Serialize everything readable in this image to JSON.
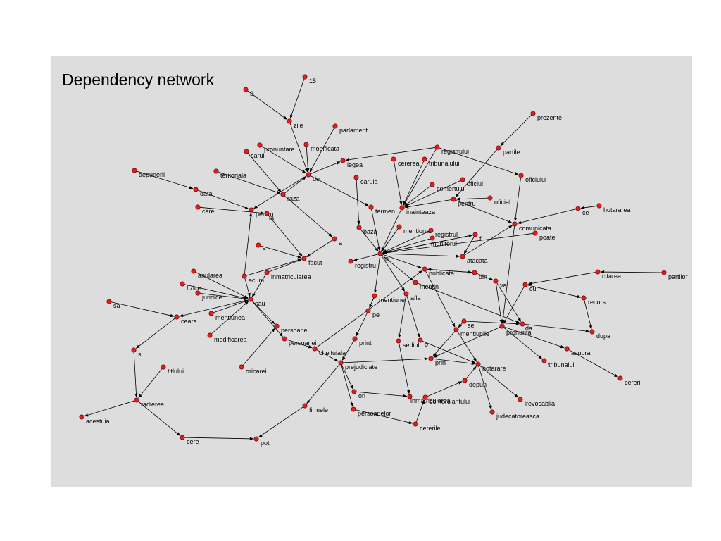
{
  "title": "Dependency network",
  "colors": {
    "background": "#dddddd",
    "node": "#e02020",
    "edge": "#000000"
  },
  "nodes": [
    {
      "id": "15",
      "label": "15"
    },
    {
      "id": "3",
      "label": "3"
    },
    {
      "id": "zile",
      "label": "zile"
    },
    {
      "id": "parlament",
      "label": "parlament"
    },
    {
      "id": "modificata",
      "label": "modificata"
    },
    {
      "id": "pronuntare",
      "label": "pronuntare"
    },
    {
      "id": "carui",
      "label": "carui"
    },
    {
      "id": "de",
      "label": "de"
    },
    {
      "id": "legea",
      "label": "legea"
    },
    {
      "id": "registrului",
      "label": "registrului"
    },
    {
      "id": "tribunalului",
      "label": "tribunalului"
    },
    {
      "id": "cererea",
      "label": "cererea"
    },
    {
      "id": "partile",
      "label": "partile"
    },
    {
      "id": "prezente",
      "label": "prezente"
    },
    {
      "id": "oficiului",
      "label": "oficiului"
    },
    {
      "id": "depunerii",
      "label": "depunerii"
    },
    {
      "id": "teritoriala",
      "label": "teritoriala"
    },
    {
      "id": "caruia",
      "label": "caruia"
    },
    {
      "id": "comertului",
      "label": "comertului"
    },
    {
      "id": "oficiul",
      "label": "oficiul"
    },
    {
      "id": "data",
      "label": "data"
    },
    {
      "id": "raza",
      "label": "raza"
    },
    {
      "id": "termen",
      "label": "termen"
    },
    {
      "id": "inainteaza",
      "label": "inainteaza"
    },
    {
      "id": "pentru",
      "label": "pentru"
    },
    {
      "id": "oficial",
      "label": "oficial"
    },
    {
      "id": "care",
      "label": "care"
    },
    {
      "id": "pentru_a",
      "label": "pentru"
    },
    {
      "id": "la",
      "label": "la"
    },
    {
      "id": "hotararea",
      "label": "hotararea"
    },
    {
      "id": "ce",
      "label": "ce"
    },
    {
      "id": "comunicata",
      "label": "comunicata"
    },
    {
      "id": "a",
      "label": "a"
    },
    {
      "id": "baza",
      "label": "baza"
    },
    {
      "id": "mentionat",
      "label": "mentionat"
    },
    {
      "id": "registrul",
      "label": "registrul"
    },
    {
      "id": "monitorul",
      "label": "monitorul"
    },
    {
      "id": "fi",
      "label": "fi"
    },
    {
      "id": "poate",
      "label": "poate"
    },
    {
      "id": "s",
      "label": "s"
    },
    {
      "id": "in",
      "label": "in"
    },
    {
      "id": "facut",
      "label": "facut"
    },
    {
      "id": "registru",
      "label": "registru"
    },
    {
      "id": "atacata",
      "label": "atacata"
    },
    {
      "id": "anularea",
      "label": "anularea"
    },
    {
      "id": "inmatricularea",
      "label": "inmatricularea"
    },
    {
      "id": "acum",
      "label": "acum"
    },
    {
      "id": "publicata",
      "label": "publicata"
    },
    {
      "id": "din",
      "label": "din"
    },
    {
      "id": "citarea",
      "label": "citarea"
    },
    {
      "id": "partilor",
      "label": "partilor"
    },
    {
      "id": "fizice",
      "label": "fizice"
    },
    {
      "id": "juridice",
      "label": "juridice"
    },
    {
      "id": "sau",
      "label": "sau"
    },
    {
      "id": "mentin",
      "label": "mentin"
    },
    {
      "id": "va",
      "label": "va"
    },
    {
      "id": "cu",
      "label": "cu"
    },
    {
      "id": "sa",
      "label": "sa"
    },
    {
      "id": "mentiune",
      "label": "mentiune"
    },
    {
      "id": "afla",
      "label": "afla"
    },
    {
      "id": "recurs",
      "label": "recurs"
    },
    {
      "id": "ceara",
      "label": "ceara"
    },
    {
      "id": "mentiunea",
      "label": "mentiunea"
    },
    {
      "id": "pe",
      "label": "pe"
    },
    {
      "id": "persoane",
      "label": "persoane"
    },
    {
      "id": "se",
      "label": "se"
    },
    {
      "id": "da",
      "label": "da"
    },
    {
      "id": "pronunta",
      "label": "pronunta"
    },
    {
      "id": "mentiunile",
      "label": "mentiunile"
    },
    {
      "id": "dupa",
      "label": "dupa"
    },
    {
      "id": "modificarea",
      "label": "modificarea"
    },
    {
      "id": "persoanei",
      "label": "persoanei"
    },
    {
      "id": "printr",
      "label": "printr"
    },
    {
      "id": "sediul",
      "label": "sediul"
    },
    {
      "id": "o",
      "label": "o"
    },
    {
      "id": "asupra",
      "label": "asupra"
    },
    {
      "id": "si",
      "label": "si"
    },
    {
      "id": "cheltuiala",
      "label": "cheltuiala"
    },
    {
      "id": "prin",
      "label": "prin"
    },
    {
      "id": "prejudiciate",
      "label": "prejudiciate"
    },
    {
      "id": "hotarare",
      "label": "hotarare"
    },
    {
      "id": "tribunalul",
      "label": "tribunalul"
    },
    {
      "id": "titlului",
      "label": "titlului"
    },
    {
      "id": "oricarei",
      "label": "oricarei"
    },
    {
      "id": "cererii",
      "label": "cererii"
    },
    {
      "id": "depun",
      "label": "depun"
    },
    {
      "id": "ori",
      "label": "ori"
    },
    {
      "id": "inmatricularea2",
      "label": "inmatricularea"
    },
    {
      "id": "comerciantului",
      "label": "comerciantului"
    },
    {
      "id": "irevocabila",
      "label": "irevocabila"
    },
    {
      "id": "radierea",
      "label": "radierea"
    },
    {
      "id": "firmele",
      "label": "firmele"
    },
    {
      "id": "judecatoreasca",
      "label": "judecatoreasca"
    },
    {
      "id": "acestuia",
      "label": "acestuia"
    },
    {
      "id": "persoanelor",
      "label": "persoanelor"
    },
    {
      "id": "cererile",
      "label": "cererile"
    },
    {
      "id": "cere",
      "label": "cere"
    },
    {
      "id": "pot",
      "label": "pot"
    }
  ],
  "edges": [
    [
      "3",
      "zile"
    ],
    [
      "15",
      "zile"
    ],
    [
      "zile",
      "de"
    ],
    [
      "parlament",
      "de"
    ],
    [
      "modificata",
      "de"
    ],
    [
      "pronuntare",
      "de"
    ],
    [
      "carui",
      "raza"
    ],
    [
      "de",
      "legea"
    ],
    [
      "registrului",
      "legea"
    ],
    [
      "de",
      "termen"
    ],
    [
      "de",
      "pentru_a"
    ],
    [
      "raza",
      "de"
    ],
    [
      "teritoriala",
      "raza"
    ],
    [
      "depunerii",
      "data"
    ],
    [
      "data",
      "pentru_a"
    ],
    [
      "care",
      "la"
    ],
    [
      "raza",
      "a"
    ],
    [
      "la",
      "facut"
    ],
    [
      "s",
      "facut"
    ],
    [
      "a",
      "facut"
    ],
    [
      "inmatricularea",
      "facut"
    ],
    [
      "acum",
      "pentru_a"
    ],
    [
      "acum",
      "facut"
    ],
    [
      "caruia",
      "baza"
    ],
    [
      "baza",
      "in"
    ],
    [
      "termen",
      "in"
    ],
    [
      "inainteaza",
      "in"
    ],
    [
      "cererea",
      "inainteaza"
    ],
    [
      "tribunalului",
      "inainteaza"
    ],
    [
      "registrului",
      "inainteaza"
    ],
    [
      "comertului",
      "inainteaza"
    ],
    [
      "oficiul",
      "inainteaza"
    ],
    [
      "pentru",
      "inainteaza"
    ],
    [
      "oficial",
      "pentru"
    ],
    [
      "partile",
      "pentru"
    ],
    [
      "prezente",
      "partile"
    ],
    [
      "registrului",
      "oficiului"
    ],
    [
      "oficiului",
      "comunicata"
    ],
    [
      "ce",
      "comunicata"
    ],
    [
      "hotararea",
      "ce"
    ],
    [
      "pentru",
      "comunicata"
    ],
    [
      "mentionat",
      "in"
    ],
    [
      "registrul",
      "in"
    ],
    [
      "monitorul",
      "in"
    ],
    [
      "fi",
      "in"
    ],
    [
      "poate",
      "in"
    ],
    [
      "mentionat",
      "in"
    ],
    [
      "in",
      "registru"
    ],
    [
      "in",
      "publicata"
    ],
    [
      "in",
      "mentin"
    ],
    [
      "in",
      "mentiune"
    ],
    [
      "in",
      "fi"
    ],
    [
      "in",
      "afla"
    ],
    [
      "in",
      "atacata"
    ],
    [
      "fi",
      "atacata"
    ],
    [
      "atacata",
      "comunicata"
    ],
    [
      "publicata",
      "din"
    ],
    [
      "din",
      "va"
    ],
    [
      "va",
      "da"
    ],
    [
      "va",
      "pronunta"
    ],
    [
      "cu",
      "pronunta"
    ],
    [
      "citarea",
      "cu"
    ],
    [
      "partilor",
      "citarea"
    ],
    [
      "recurs",
      "dupa"
    ],
    [
      "cu",
      "recurs"
    ],
    [
      "comunicata",
      "pronunta"
    ],
    [
      "anularea",
      "sau"
    ],
    [
      "fizice",
      "sau"
    ],
    [
      "juridice",
      "sau"
    ],
    [
      "acum",
      "sau"
    ],
    [
      "inmatricularea",
      "sau"
    ],
    [
      "mentiunea",
      "sau"
    ],
    [
      "modificarea",
      "sau"
    ],
    [
      "sau",
      "ceara"
    ],
    [
      "sa",
      "ceara"
    ],
    [
      "ceara",
      "si"
    ],
    [
      "si",
      "radierea"
    ],
    [
      "titlului",
      "radierea"
    ],
    [
      "radierea",
      "acestuia"
    ],
    [
      "radierea",
      "cere"
    ],
    [
      "cere",
      "pot"
    ],
    [
      "firmele",
      "pot"
    ],
    [
      "prejudiciate",
      "firmele"
    ],
    [
      "sau",
      "persoane"
    ],
    [
      "sau",
      "persoanei"
    ],
    [
      "oricarei",
      "persoane"
    ],
    [
      "persoanei",
      "cheltuiala"
    ],
    [
      "cheltuiala",
      "prejudiciate"
    ],
    [
      "mentiune",
      "pe"
    ],
    [
      "pe",
      "printr"
    ],
    [
      "printr",
      "prejudiciate"
    ],
    [
      "prejudiciate",
      "ori"
    ],
    [
      "prejudiciate",
      "persoanelor"
    ],
    [
      "persoanelor",
      "cererile"
    ],
    [
      "cererile",
      "comerciantului"
    ],
    [
      "comerciantului",
      "depun"
    ],
    [
      "depun",
      "hotarare"
    ],
    [
      "prin",
      "hotarare"
    ],
    [
      "prejudiciate",
      "prin"
    ],
    [
      "se",
      "mentiunile"
    ],
    [
      "mentiunile",
      "hotarare"
    ],
    [
      "mentiunile",
      "prin"
    ],
    [
      "afla",
      "sediul"
    ],
    [
      "sediul",
      "inmatricularea2"
    ],
    [
      "ori",
      "inmatricularea2"
    ],
    [
      "afla",
      "o"
    ],
    [
      "o",
      "hotarare"
    ],
    [
      "hotarare",
      "irevocabila"
    ],
    [
      "hotarare",
      "judecatoreasca"
    ],
    [
      "pronunta",
      "tribunalul"
    ],
    [
      "pronunta",
      "asupra"
    ],
    [
      "asupra",
      "cererii"
    ],
    [
      "da",
      "dupa"
    ],
    [
      "mentin",
      "da"
    ],
    [
      "se",
      "da"
    ],
    [
      "pronunta",
      "prin"
    ],
    [
      "mentiune",
      "pe"
    ],
    [
      "publicata",
      "mentiunile"
    ],
    [
      "din",
      "publicata"
    ],
    [
      "cheltuiala",
      "publicata"
    ]
  ]
}
